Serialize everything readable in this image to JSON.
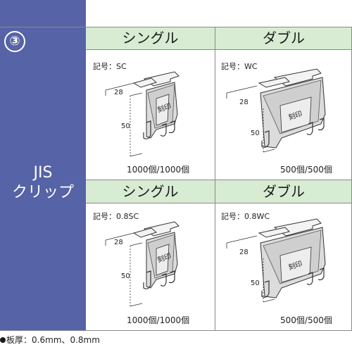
{
  "section_number": "③",
  "section_title_line1": "JIS",
  "section_title_line2": "クリップ",
  "panels": [
    {
      "header": "シングル",
      "code": "記号：SC",
      "width_dim": "28",
      "height_dim": "50",
      "mark": "刻印",
      "quantity": "1000個/1000個"
    },
    {
      "header": "ダブル",
      "code": "記号：WC",
      "width_dim": "28",
      "height_dim": "50",
      "mark": "刻印",
      "quantity": "500個/500個"
    },
    {
      "header": "シングル",
      "code": "記号：0.8SC",
      "width_dim": "28",
      "height_dim": "50",
      "mark": "刻印",
      "quantity": "1000個/1000個"
    },
    {
      "header": "ダブル",
      "code": "記号：0.8WC",
      "width_dim": "28",
      "height_dim": "50",
      "mark": "刻印",
      "quantity": "500個/500個"
    }
  ],
  "footnote": "板厚：0.6mm、0.8mm",
  "colors": {
    "side": "#5663a6",
    "header": "#d7ecd3",
    "line": "#8a8a8a"
  }
}
